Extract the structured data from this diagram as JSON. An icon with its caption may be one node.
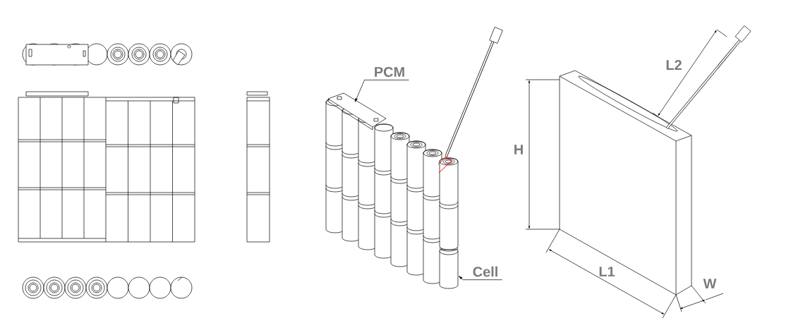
{
  "diagram": {
    "nodes": [
      {
        "text": [
          "PCM"
        ]
      },
      {
        "text": [],
        "shape": "box"
      },
      {
        "text": [
          "Cell"
        ]
      },
      {
        "text": [],
        "shape": "cylinder"
      }
    ],
    "edges": [
      {
        "from": 0,
        "to": 1,
        "arrow": "to"
      },
      {
        "from": 2,
        "to": 3,
        "arrow": "to"
      }
    ],
    "labels": [
      "L2",
      "H",
      "L1",
      "W"
    ]
  }
}
